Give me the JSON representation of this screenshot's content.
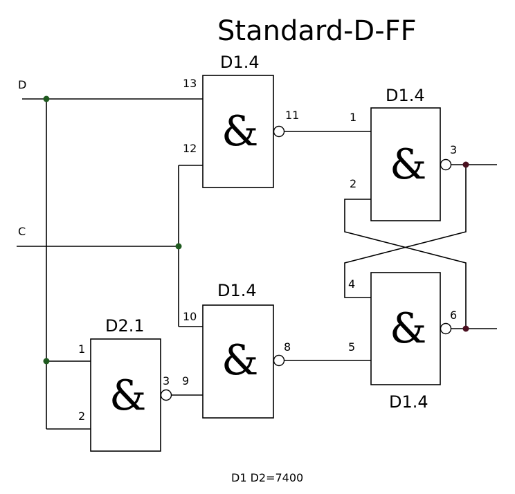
{
  "title": "Standard-D-FF",
  "inputs": {
    "d": "D",
    "c": "C"
  },
  "gates": {
    "g1": {
      "ref": "D1.4",
      "symbol": "&",
      "in_a": "13",
      "in_b": "12",
      "out": "11"
    },
    "g2": {
      "ref": "D1.4",
      "symbol": "&",
      "in_a": "1",
      "in_b": "2",
      "out": "3"
    },
    "g3": {
      "ref": "D1.4",
      "symbol": "&",
      "in_a": "10",
      "in_b": "9",
      "out": "8"
    },
    "g4": {
      "ref": "D1.4",
      "symbol": "&",
      "in_a": "4",
      "in_b": "5",
      "out": "6"
    },
    "g5": {
      "ref": "D2.1",
      "symbol": "&",
      "in_a": "1",
      "in_b": "2",
      "out": "3"
    }
  },
  "note": "D1 D2=7400",
  "colors": {
    "junction_left": "#1f5a1f",
    "junction_right": "#4a1020",
    "line": "#000000"
  }
}
